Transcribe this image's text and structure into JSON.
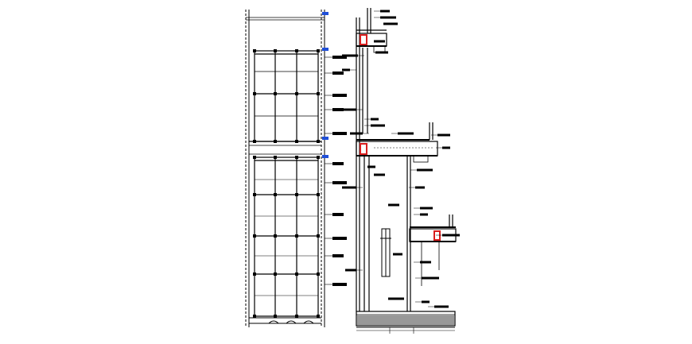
{
  "drawing": {
    "kind": "architectural-facade-elevation-and-wall-section",
    "colors": {
      "line": "#000000",
      "accent_red": "#d81e1e",
      "level_marker_blue": "#1f4fd8",
      "background": "#ffffff"
    },
    "elevation": {
      "bays": 3,
      "panel_bands": 2,
      "rows_per_band": 5
    },
    "section": {
      "floor_slabs": 3,
      "note_blocks_with_leaders": 22
    }
  }
}
